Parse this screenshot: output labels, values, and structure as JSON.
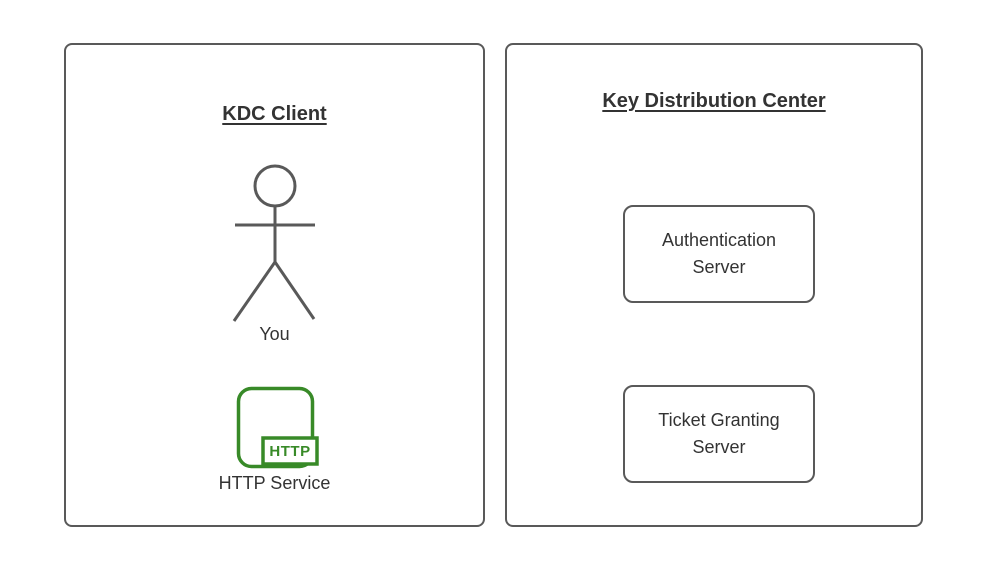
{
  "colors": {
    "background": "#ffffff",
    "shape_border": "#595959",
    "text": "#333333",
    "service_green": "#388A28"
  },
  "client_panel": {
    "title": "KDC Client",
    "actor_label": "You",
    "service_icon_text": "HTTP",
    "service_label": "HTTP Service"
  },
  "kdc_panel": {
    "title": "Key Distribution Center",
    "servers": [
      {
        "label": "Authentication Server"
      },
      {
        "label": "Ticket Granting Server"
      }
    ]
  }
}
